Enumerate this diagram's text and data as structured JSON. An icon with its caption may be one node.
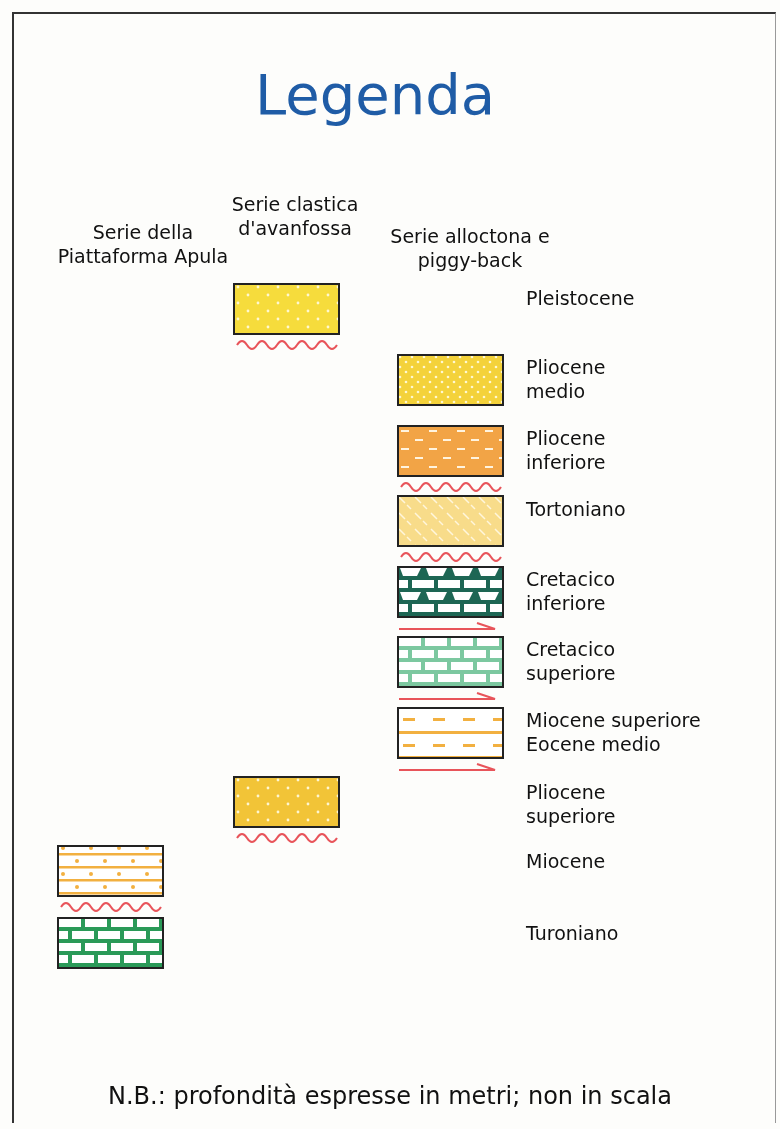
{
  "diagram": {
    "title": "Legenda",
    "labels": [
      "Serie clastica d'avanfossa",
      "Serie della Piattaforma Apula",
      "Serie alloctona e piggy-back",
      "N.B.: profondità espresse in metri; non in scala"
    ],
    "legend": [
      {
        "text": "Pleistocene"
      },
      {
        "text": "Pliocene medio"
      },
      {
        "text": "Pliocene inferiore"
      },
      {
        "text": "Tortoniano"
      },
      {
        "text": "Cretacico inferiore"
      },
      {
        "text": "Cretacico superiore"
      },
      {
        "text": "Miocene superiore Eocene medio"
      },
      {
        "text": "Pliocene superiore"
      },
      {
        "text": "Miocene"
      },
      {
        "text": "Turoniano"
      }
    ]
  }
}
